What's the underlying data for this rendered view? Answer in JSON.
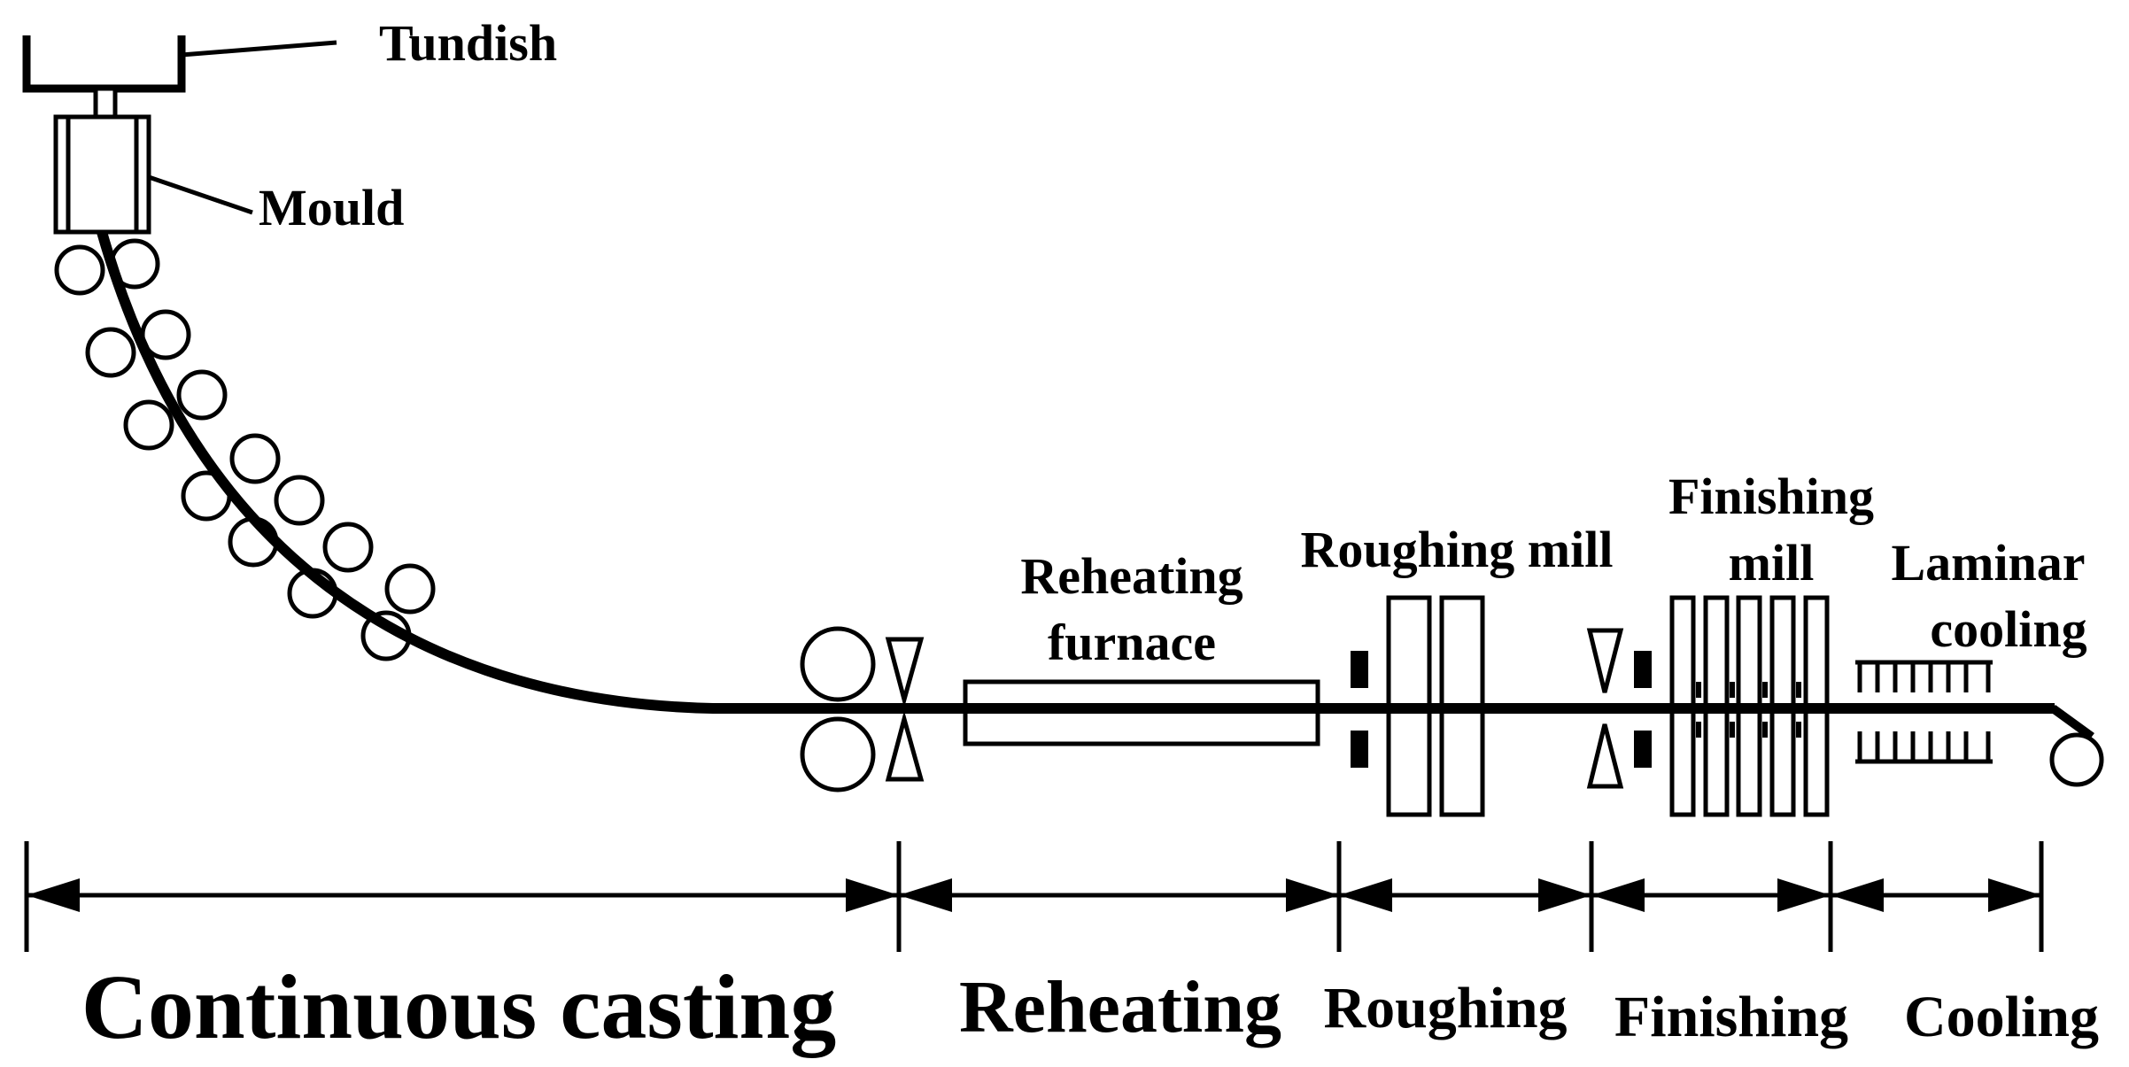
{
  "equipment_labels": {
    "tundish": "Tundish",
    "mould": "Mould",
    "reheating_furnace_line1": "Reheating",
    "reheating_furnace_line2": "furnace",
    "roughing_mill": "Roughing mill",
    "finishing_mill_line1": "Finishing",
    "finishing_mill_line2": "mill",
    "laminar_cooling_line1": "Laminar",
    "laminar_cooling_line2": "cooling"
  },
  "stage_labels": {
    "continuous_casting": "Continuous casting",
    "reheating": "Reheating",
    "roughing": "Roughing",
    "finishing": "Finishing",
    "cooling": "Cooling"
  },
  "colors": {
    "line": "#000000",
    "background": "#ffffff"
  }
}
